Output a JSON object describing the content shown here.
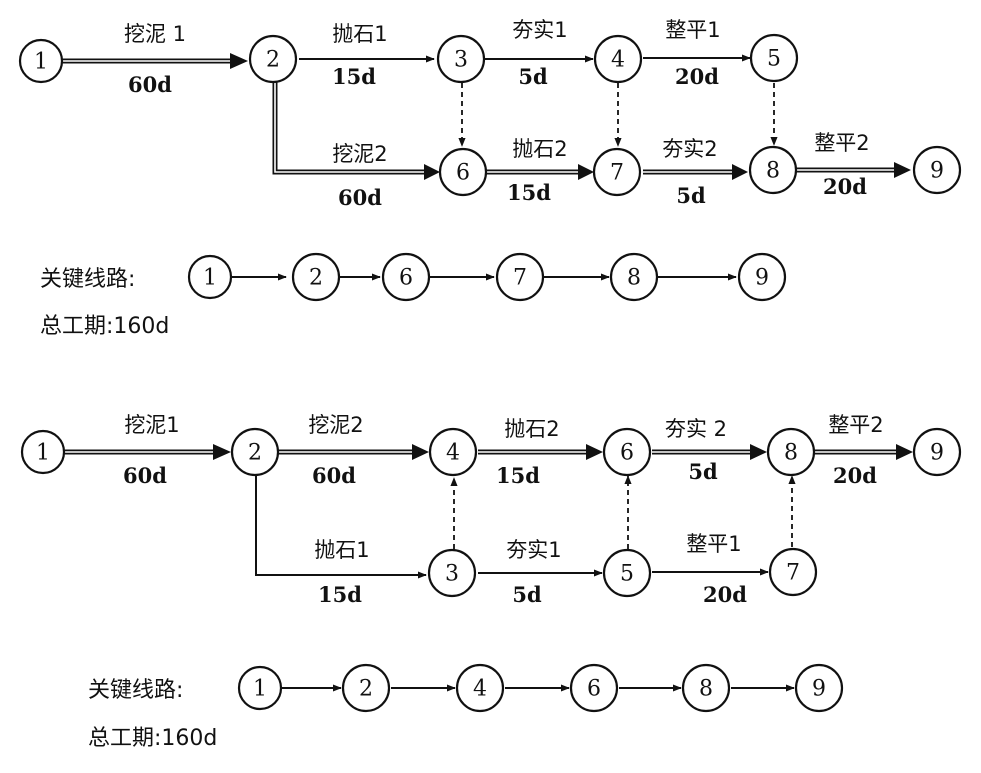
{
  "diagram1": {
    "nodes": [
      "1",
      "2",
      "3",
      "4",
      "5",
      "6",
      "7",
      "8",
      "9"
    ],
    "edges": [
      {
        "label": "挖泥 1",
        "duration": "60d"
      },
      {
        "label": "抛石1",
        "duration": "15d"
      },
      {
        "label": "夯实1",
        "duration": "5d"
      },
      {
        "label": "整平1",
        "duration": "20d"
      },
      {
        "label": "挖泥2",
        "duration": "60d"
      },
      {
        "label": "抛石2",
        "duration": "15d"
      },
      {
        "label": "夯实2",
        "duration": "5d"
      },
      {
        "label": "整平2",
        "duration": "20d"
      }
    ],
    "critical_path_label": "关键线路:",
    "critical_path": [
      "1",
      "2",
      "6",
      "7",
      "8",
      "9"
    ],
    "total_duration_text": "总工期:160d"
  },
  "diagram2": {
    "nodes": [
      "1",
      "2",
      "3",
      "4",
      "5",
      "6",
      "7",
      "8",
      "9"
    ],
    "edges": [
      {
        "label": "挖泥1",
        "duration": "60d"
      },
      {
        "label": "挖泥2",
        "duration": "60d"
      },
      {
        "label": "抛石2",
        "duration": "15d"
      },
      {
        "label": "夯实 2",
        "duration": "5d"
      },
      {
        "label": "整平2",
        "duration": "20d"
      },
      {
        "label": "抛石1",
        "duration": "15d"
      },
      {
        "label": "夯实1",
        "duration": "5d"
      },
      {
        "label": "整平1",
        "duration": "20d"
      }
    ],
    "critical_path_label": "关键线路:",
    "critical_path": [
      "1",
      "2",
      "4",
      "6",
      "8",
      "9"
    ],
    "total_duration_text": "总工期:160d"
  }
}
